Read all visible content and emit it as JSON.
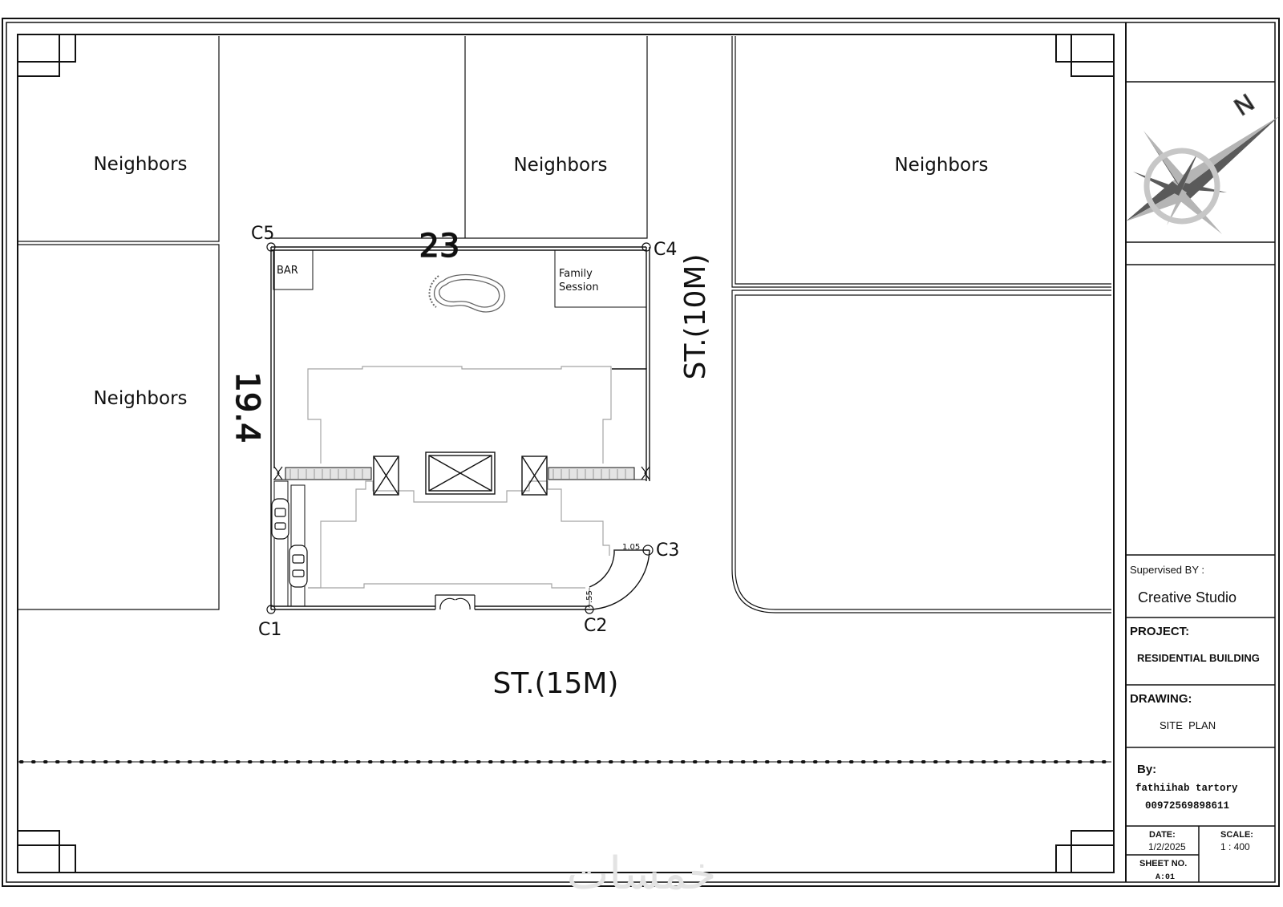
{
  "plan": {
    "neighbor_label": "Neighbors",
    "dimension_top": "23",
    "dimension_left": "19.4",
    "street_east": "ST.(10M)",
    "street_south": "ST.(15M)",
    "room_bar": "BAR",
    "room_family_line1": "Family",
    "room_family_line2": "Session",
    "corners": {
      "c1": "C1",
      "c2": "C2",
      "c3": "C3",
      "c4": "C4",
      "c5": "C5"
    },
    "dim_small_h": "1.05",
    "dim_small_v": ".55"
  },
  "title_block": {
    "compass_letter": "N",
    "supervised_label": "Supervised BY :",
    "supervised_value": "Creative Studio",
    "project_label": "PROJECT:",
    "project_value": "RESIDENTIAL BUILDING",
    "drawing_label": "DRAWING:",
    "drawing_value": "SITE  PLAN",
    "by_label": "By:",
    "author": "fathiihab tartory",
    "phone": "00972569898611",
    "date_label": "DATE:",
    "date_value": "1/2/2025",
    "scale_label": "SCALE:",
    "scale_value": "1 : 400",
    "sheet_label": "SHEET NO.",
    "sheet_value": "A:01"
  },
  "watermark": "خمسات",
  "colors": {
    "line": "#111111",
    "light": "#9a9a9a",
    "compass_dark": "#5a5a5a",
    "compass_light": "#b5b5b5"
  }
}
